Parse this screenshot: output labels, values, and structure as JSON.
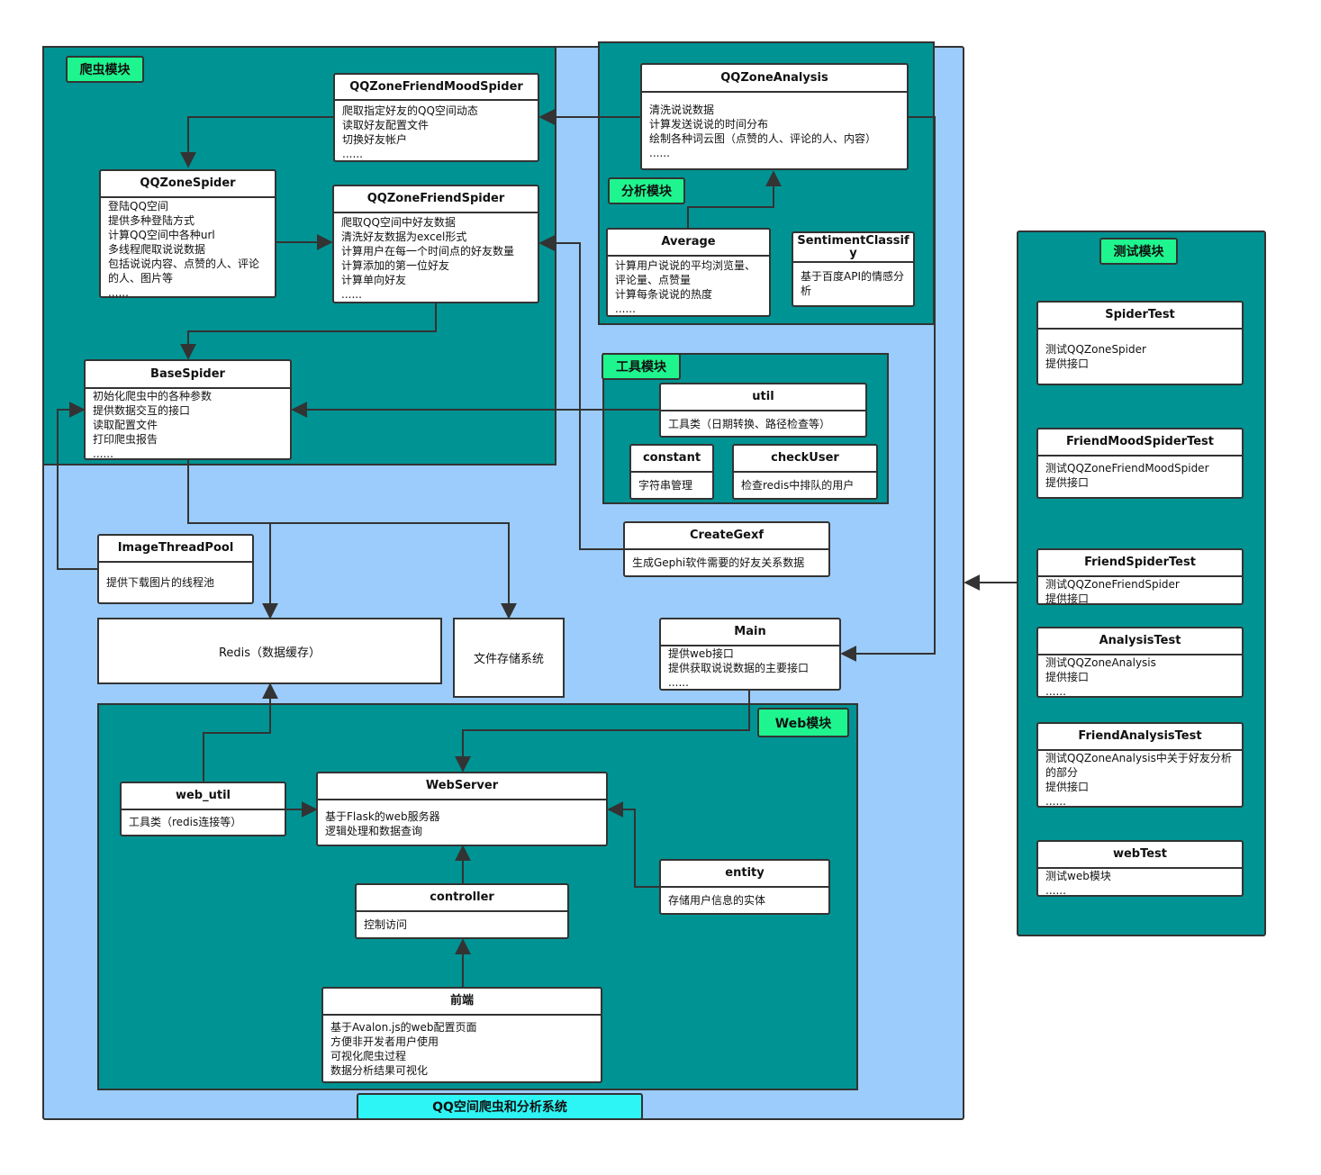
{
  "colors": {
    "outer_bg": "#9cccfb",
    "module_bg": "#009393",
    "tag_bg": "#1ff58e",
    "title_bg": "#2ef5f5",
    "line": "#333333"
  },
  "modules": {
    "spider": "爬虫模块",
    "analysis": "分析模块",
    "tools": "工具模块",
    "test": "测试模块",
    "web": "Web模块",
    "system": "QQ空间爬虫和分析系统"
  },
  "classes": {
    "friend_mood_spider": {
      "name": "QQZoneFriendMoodSpider",
      "body": "爬取指定好友的QQ空间动态\n读取好友配置文件\n切换好友帐户\n......"
    },
    "qqzone_spider": {
      "name": "QQZoneSpider",
      "body": "登陆QQ空间\n提供多种登陆方式\n计算QQ空间中各种url\n多线程爬取说说数据\n包括说说内容、点赞的人、评论的人、图片等\n......"
    },
    "friend_spider": {
      "name": "QQZoneFriendSpider",
      "body": "爬取QQ空间中好友数据\n清洗好友数据为excel形式\n计算用户在每一个时间点的好友数量\n计算添加的第一位好友\n计算单向好友\n......"
    },
    "base_spider": {
      "name": "BaseSpider",
      "body": "初始化爬虫中的各种参数\n提供数据交互的接口\n读取配置文件\n打印爬虫报告\n......"
    },
    "qqzone_analysis": {
      "name": "QQZoneAnalysis",
      "body": "清洗说说数据\n计算发送说说的时间分布\n绘制各种词云图（点赞的人、评论的人、内容）\n......"
    },
    "average": {
      "name": "Average",
      "body": "计算用户说说的平均浏览量、评论量、点赞量\n计算每条说说的热度\n......"
    },
    "sentiment": {
      "name": "SentimentClassify",
      "body": "基于百度API的情感分析"
    },
    "util": {
      "name": "util",
      "body": "工具类（日期转换、路径检查等）"
    },
    "constant": {
      "name": "constant",
      "body": "字符串管理"
    },
    "check_user": {
      "name": "checkUser",
      "body": "检查redis中排队的用户"
    },
    "create_gexf": {
      "name": "CreateGexf",
      "body": "生成Gephi软件需要的好友关系数据"
    },
    "image_pool": {
      "name": "ImageThreadPool",
      "body": "提供下载图片的线程池"
    },
    "main": {
      "name": "Main",
      "body": "提供web接口\n提供获取说说数据的主要接口\n......"
    },
    "web_util": {
      "name": "web_util",
      "body": "工具类（redis连接等）"
    },
    "web_server": {
      "name": "WebServer",
      "body": "基于Flask的web服务器\n逻辑处理和数据查询"
    },
    "entity": {
      "name": "entity",
      "body": "存储用户信息的实体"
    },
    "controller": {
      "name": "controller",
      "body": "控制访问"
    },
    "frontend": {
      "name": "前端",
      "body": "基于Avalon.js的web配置页面\n方便非开发者用户使用\n可视化爬虫过程\n数据分析结果可视化"
    },
    "spider_test": {
      "name": "SpiderTest",
      "body": "测试QQZoneSpider\n提供接口"
    },
    "friend_mood_spider_test": {
      "name": "FriendMoodSpiderTest",
      "body": "测试QQZoneFriendMoodSpider\n提供接口"
    },
    "friend_spider_test": {
      "name": "FriendSpiderTest",
      "body": "测试QQZoneFriendSpider\n提供接口"
    },
    "analysis_test": {
      "name": "AnalysisTest",
      "body": "测试QQZoneAnalysis\n提供接口\n......"
    },
    "friend_analysis_test": {
      "name": "FriendAnalysisTest",
      "body": "测试QQZoneAnalysis中关于好友分析的部分\n提供接口\n......"
    },
    "web_test": {
      "name": "webTest",
      "body": "测试web模块\n......"
    }
  },
  "storage": {
    "redis": "Redis（数据缓存）",
    "file_system": "文件存储系统"
  }
}
